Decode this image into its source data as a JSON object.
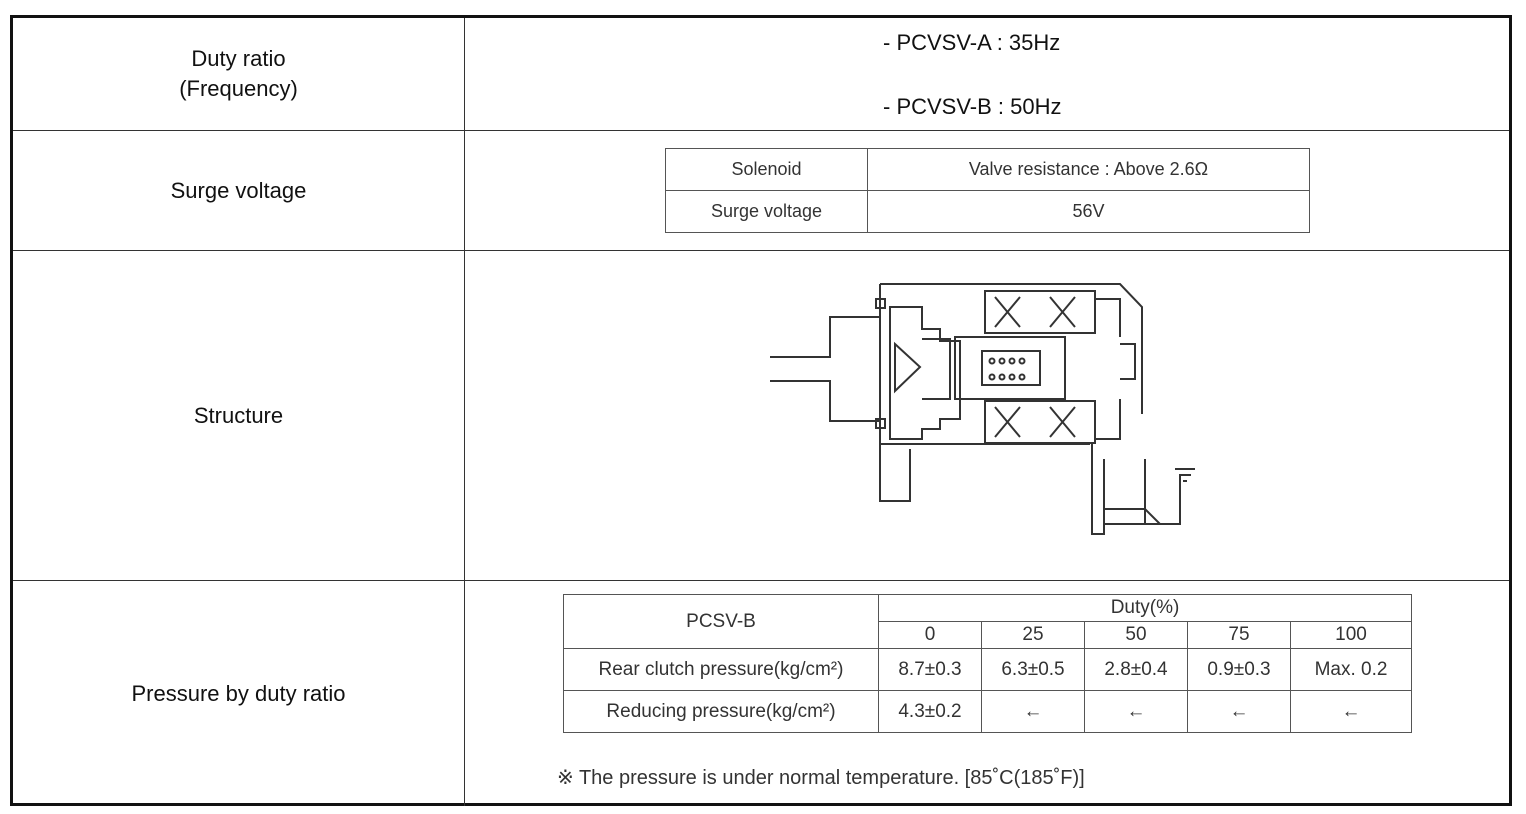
{
  "rows": {
    "duty": {
      "label_line1": "Duty ratio",
      "label_line2": "(Frequency)",
      "value_a": "- PCVSV-A : 35Hz",
      "value_b": "- PCVSV-B : 50Hz"
    },
    "surge": {
      "label": "Surge voltage",
      "table": [
        [
          "Solenoid",
          "Valve resistance : Above 2.6Ω"
        ],
        [
          "Surge voltage",
          "56V"
        ]
      ]
    },
    "structure": {
      "label": "Structure",
      "diagram_icon": "solenoid-valve-cross-section"
    },
    "pressure": {
      "label": "Pressure by duty ratio",
      "table_corner": "PCSV-B",
      "duty_header": "Duty(%)",
      "duty_values": [
        "0",
        "25",
        "50",
        "75",
        "100"
      ],
      "rows": [
        {
          "name": "Rear clutch pressure(kg/cm²)",
          "cells": [
            "8.7±0.3",
            "6.3±0.5",
            "2.8±0.4",
            "0.9±0.3",
            "Max. 0.2"
          ]
        },
        {
          "name": "Reducing pressure(kg/cm²)",
          "cells": [
            "4.3±0.2",
            "←",
            "←",
            "←",
            "←"
          ]
        }
      ],
      "note": "※ The pressure is under normal temperature. [85˚C(185˚F)]"
    }
  }
}
